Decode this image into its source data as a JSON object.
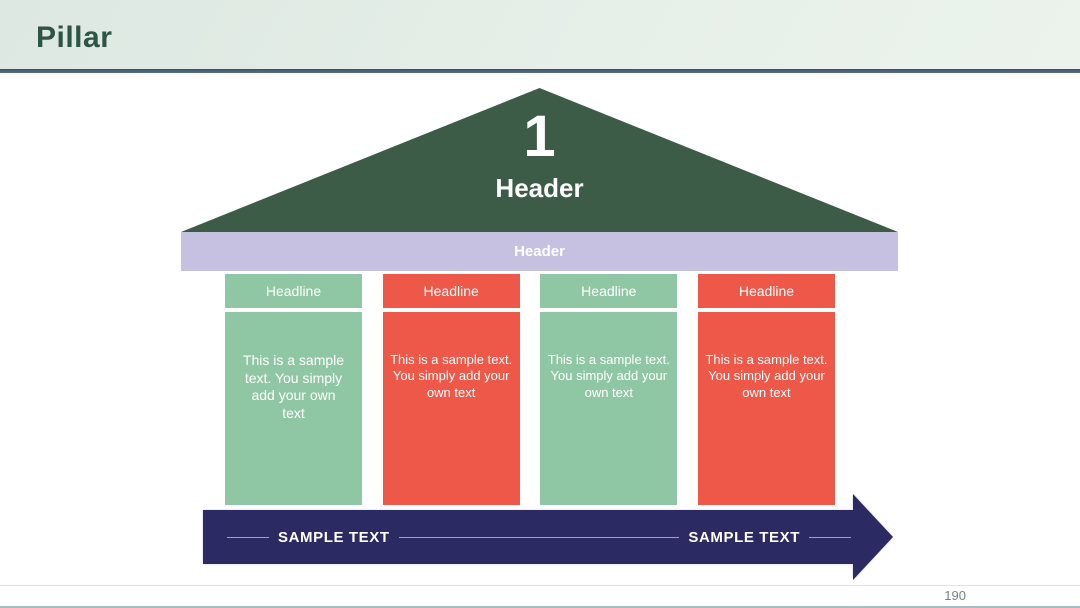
{
  "page": {
    "title": "Pillar",
    "page_number": "190"
  },
  "diagram": {
    "roof": {
      "number": "1",
      "label": "Header"
    },
    "beam": {
      "label": "Header"
    },
    "pillars": [
      {
        "headline": "Headline",
        "body": "This is a sample text. You simply add your own text",
        "color": "green"
      },
      {
        "headline": "Headline",
        "body": "This is a sample text. You simply add your own text",
        "color": "red"
      },
      {
        "headline": "Headline",
        "body": "This is a sample text. You simply add your own text",
        "color": "green"
      },
      {
        "headline": "Headline",
        "body": "This is a sample text. You simply add your own text",
        "color": "red"
      }
    ],
    "arrow": {
      "left_label": "SAMPLE TEXT",
      "right_label": "SAMPLE TEXT"
    }
  },
  "colors": {
    "title_text": "#2d5446",
    "roof": "#3d5c48",
    "beam": "#c6c1e0",
    "green_pillar": "#8fc7a4",
    "red_pillar": "#ed5849",
    "arrow": "#2c2a62",
    "header_strip": "#e3ede7"
  }
}
